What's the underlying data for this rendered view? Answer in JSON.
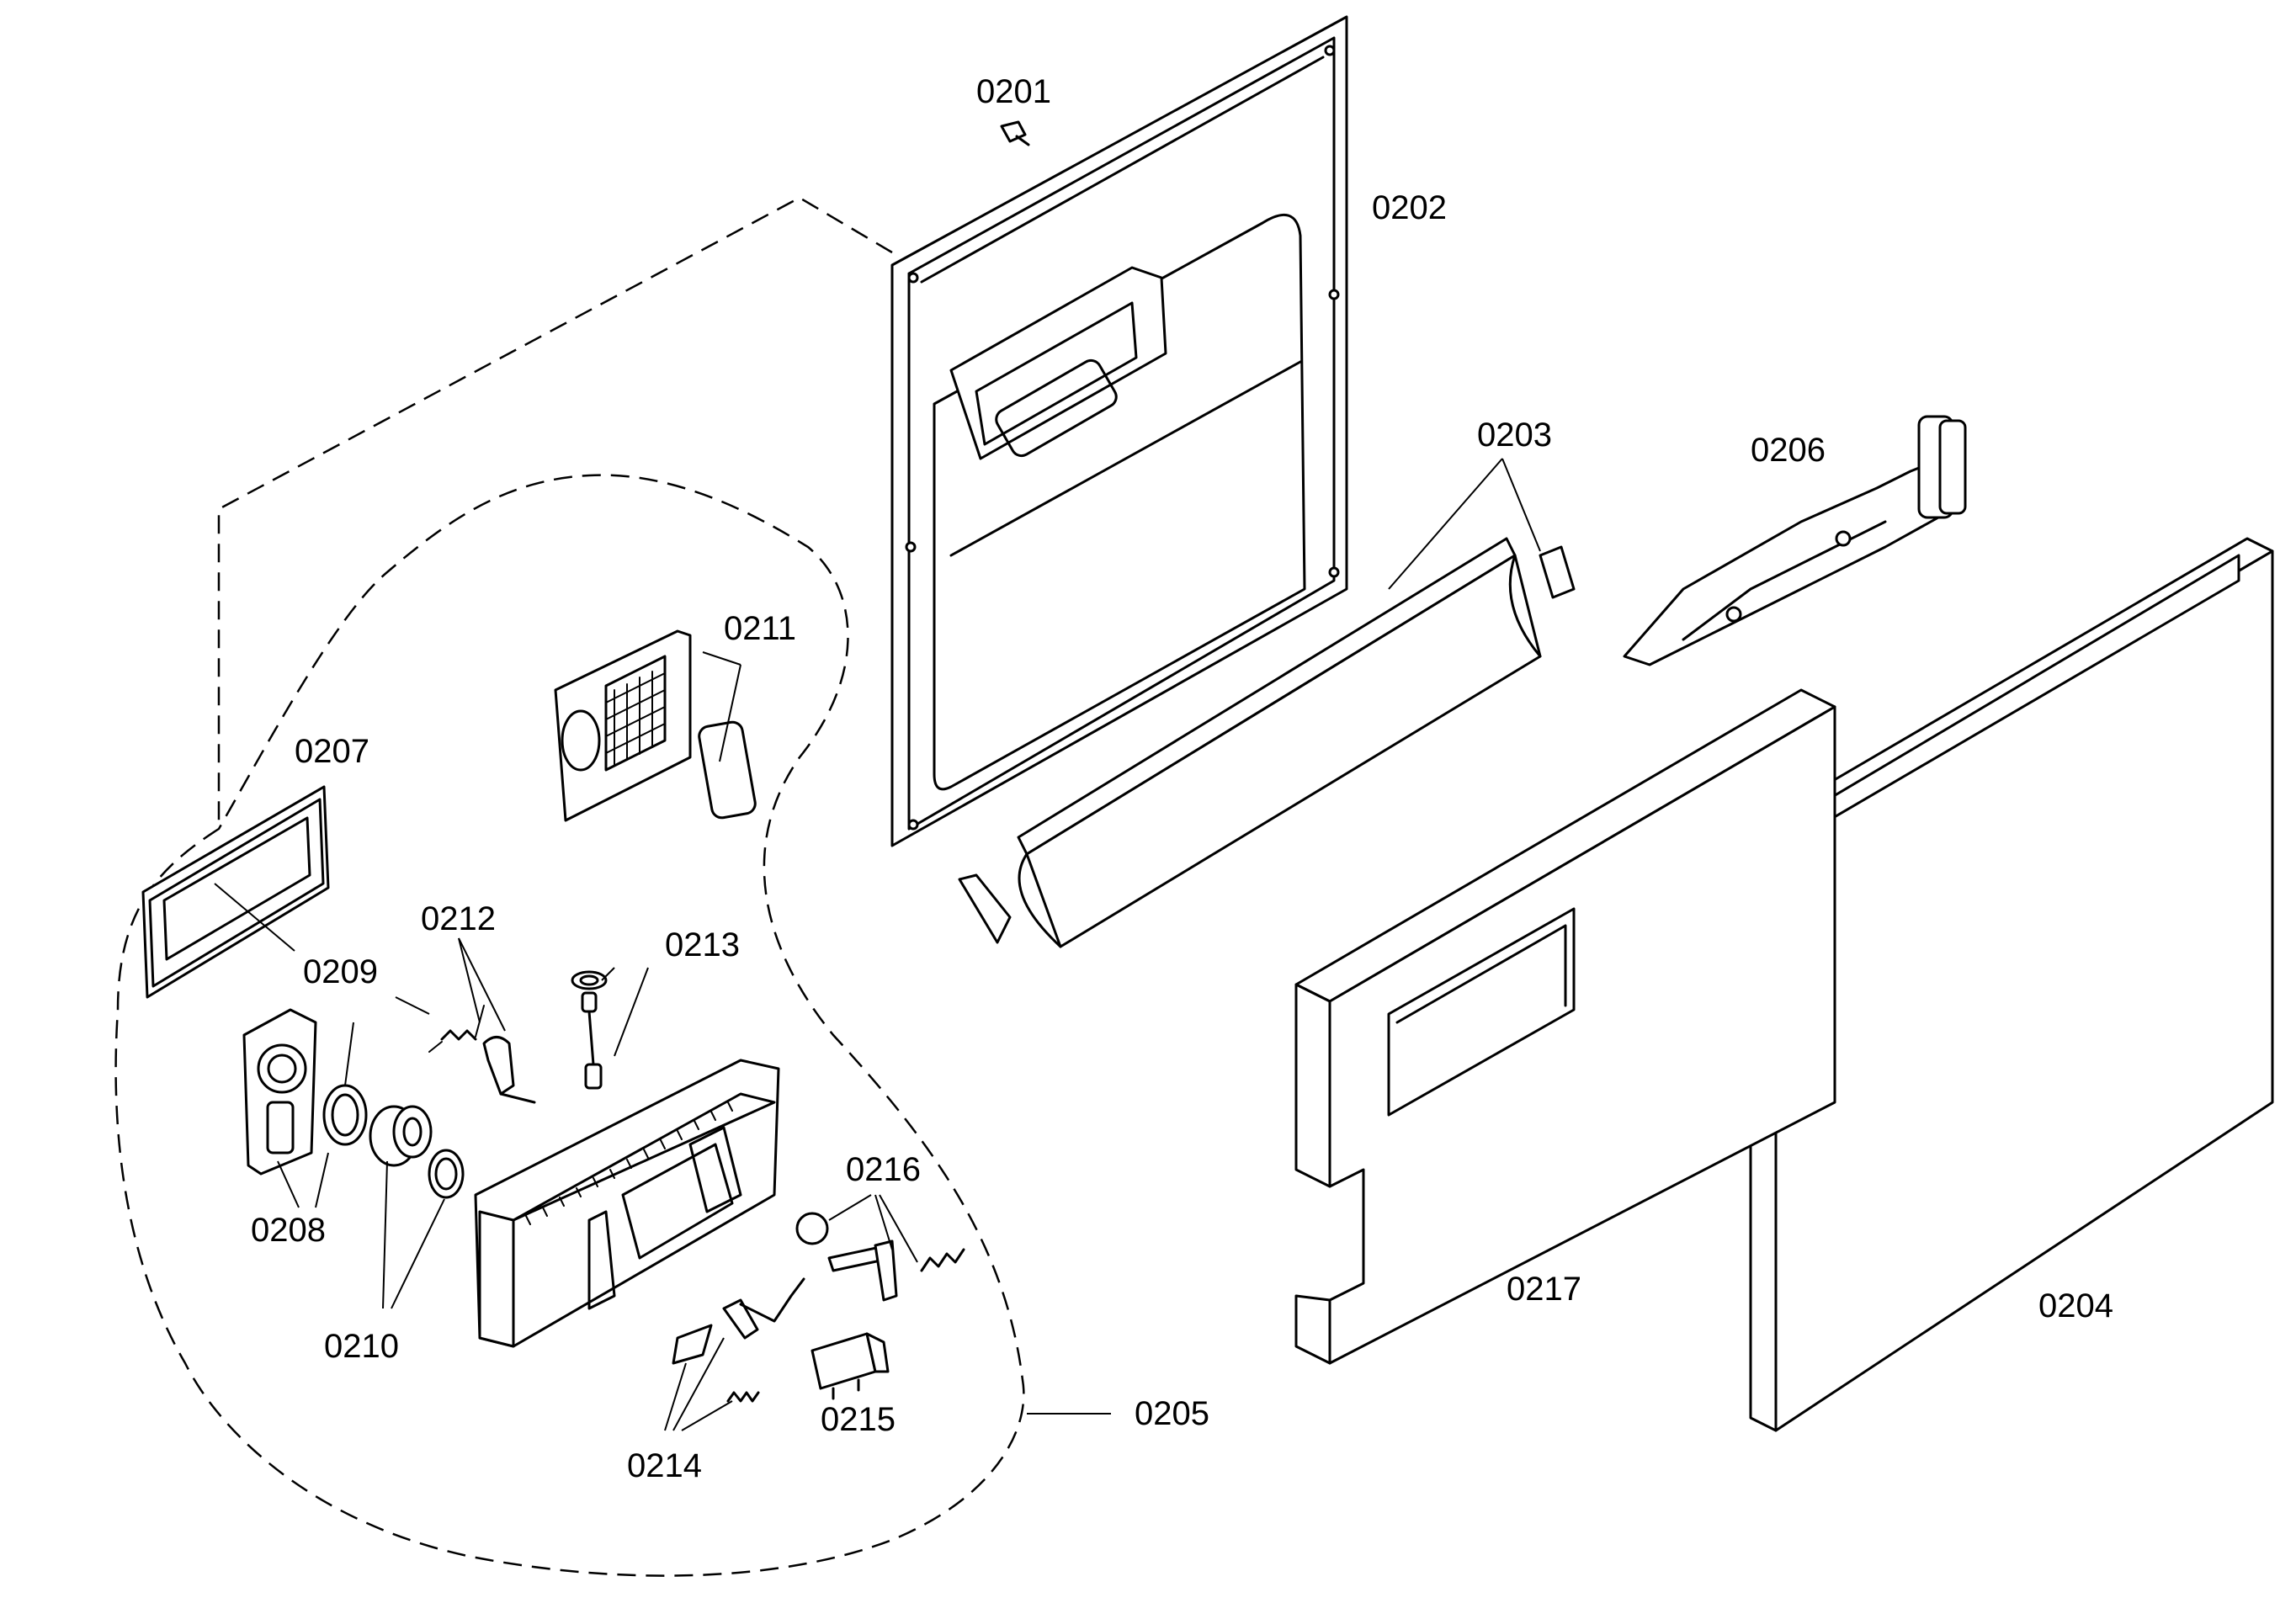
{
  "labels": {
    "p0201": "0201",
    "p0202": "0202",
    "p0203": "0203",
    "p0204": "0204",
    "p0205": "0205",
    "p0206": "0206",
    "p0207": "0207",
    "p0208": "0208",
    "p0209": "0209",
    "p0210": "0210",
    "p0211": "0211",
    "p0212": "0212",
    "p0213": "0213",
    "p0214": "0214",
    "p0215": "0215",
    "p0216": "0216",
    "p0217": "0217"
  }
}
